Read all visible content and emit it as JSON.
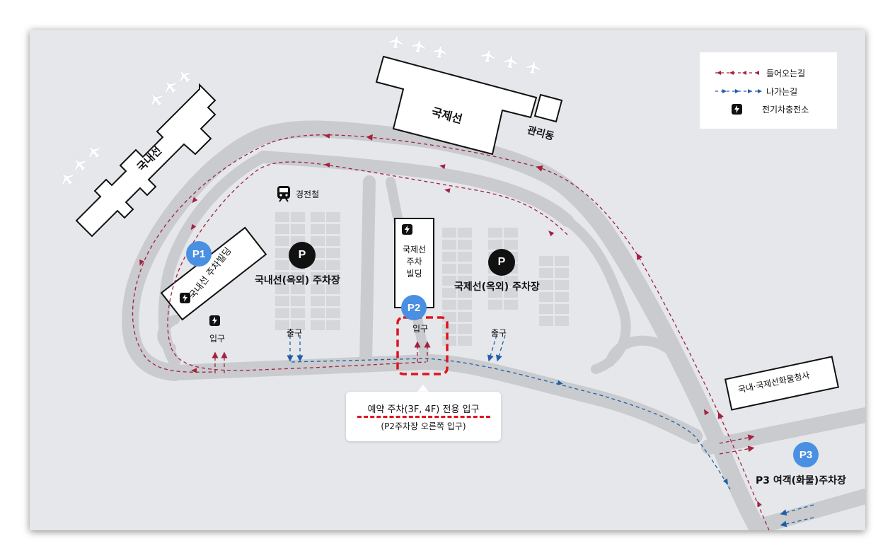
{
  "terminals": {
    "domestic": "국내선",
    "international": "국제선",
    "admin": "관리동",
    "cargo": "국내·국제선화물청사"
  },
  "rail": {
    "label": "경전철",
    "icon": "train-icon"
  },
  "parking": {
    "p1": {
      "badge": "P1",
      "building": "국내선 주차빌딩",
      "entrance": "입구"
    },
    "domestic_outdoor": {
      "badge": "P",
      "name": "국내선(옥외) 주차장",
      "exit": "출구"
    },
    "p2": {
      "badge": "P2",
      "building_lines": [
        "국제선",
        "주차",
        "빌딩"
      ],
      "entrance": "입구"
    },
    "intl_outdoor": {
      "badge": "P",
      "name": "국제선(옥외) 주차장",
      "exit": "출구"
    },
    "p3": {
      "badge": "P3",
      "name": "P3 여객(화물)주차장"
    }
  },
  "callout": {
    "title": "예약 주차(3F, 4F) 전용 입구",
    "subtitle": "(P2주차장 오른쪽 입구)"
  },
  "legend": {
    "items": [
      {
        "label": "들어오는길",
        "color": "#a3213f",
        "icon": "inbound-route-line"
      },
      {
        "label": "나가는길",
        "color": "#1f5fa6",
        "icon": "outbound-route-line"
      },
      {
        "label": "전기차충전소",
        "icon": "ev-charger-icon"
      }
    ]
  },
  "colors": {
    "inbound": "#a3213f",
    "outbound": "#1f5fa6",
    "road": "#c9cbce",
    "background": "#e5e7ea",
    "badge_blue": "#4a90e2",
    "highlight": "#e0141e"
  }
}
